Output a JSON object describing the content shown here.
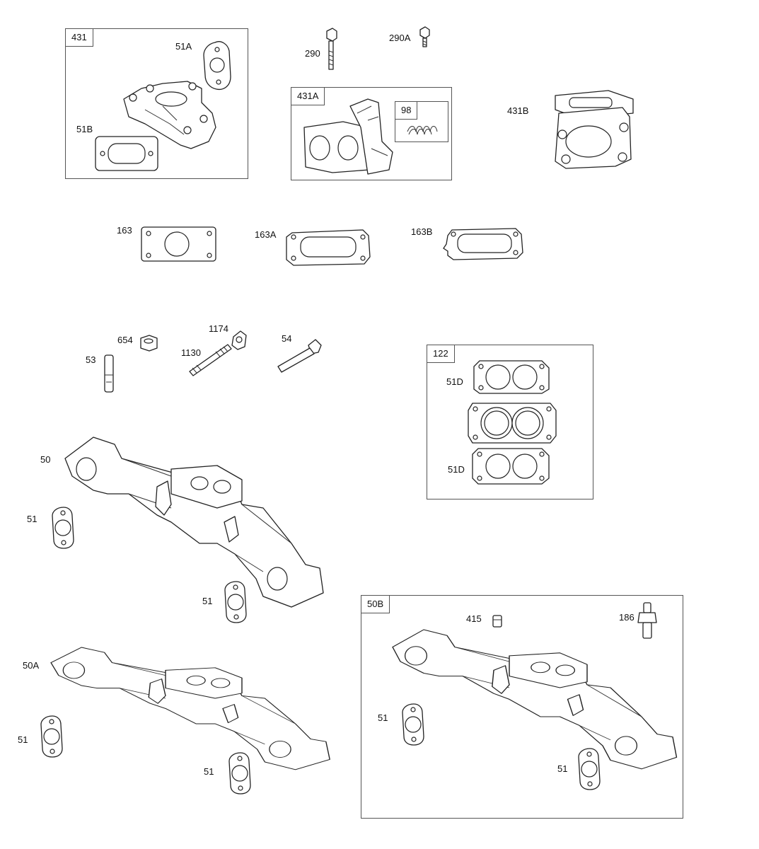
{
  "boxes": {
    "b431": "431",
    "b431A": "431A",
    "b98": "98",
    "b122": "122",
    "b50B": "50B"
  },
  "labels": {
    "l51A": "51A",
    "l51B": "51B",
    "l290": "290",
    "l290A": "290A",
    "l431B": "431B",
    "l163": "163",
    "l163A": "163A",
    "l163B": "163B",
    "l654": "654",
    "l1174": "1174",
    "l1130": "1130",
    "l54": "54",
    "l53": "53",
    "l51D_top": "51D",
    "l51D_bottom": "51D",
    "l50": "50",
    "l51_a": "51",
    "l51_b": "51",
    "l50A": "50A",
    "l51_c": "51",
    "l51_d": "51",
    "l415": "415",
    "l186": "186",
    "l51_e": "51",
    "l51_f": "51"
  }
}
